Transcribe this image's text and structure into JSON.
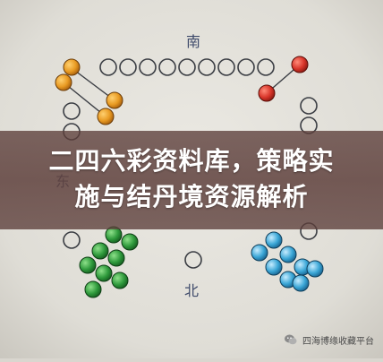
{
  "image": {
    "main_title_line1": "二四六彩资料库，策略实",
    "main_title_line2": "施与结丹境资源解析",
    "handwritten_labels": {
      "top": "南",
      "left": "东",
      "bottom": "北"
    },
    "watermark_text": "四海博缘收藏平台",
    "colors": {
      "paper": "#e4e2dc",
      "ink": "#3b3e44",
      "banner": "#5e403c",
      "orange_marble": "#e89a22",
      "red_marble": "#d8352a",
      "green_marble": "#2f9a3c",
      "blue_marble": "#3aa6d6"
    },
    "icons": [
      "wechat-watermark-icon"
    ]
  }
}
